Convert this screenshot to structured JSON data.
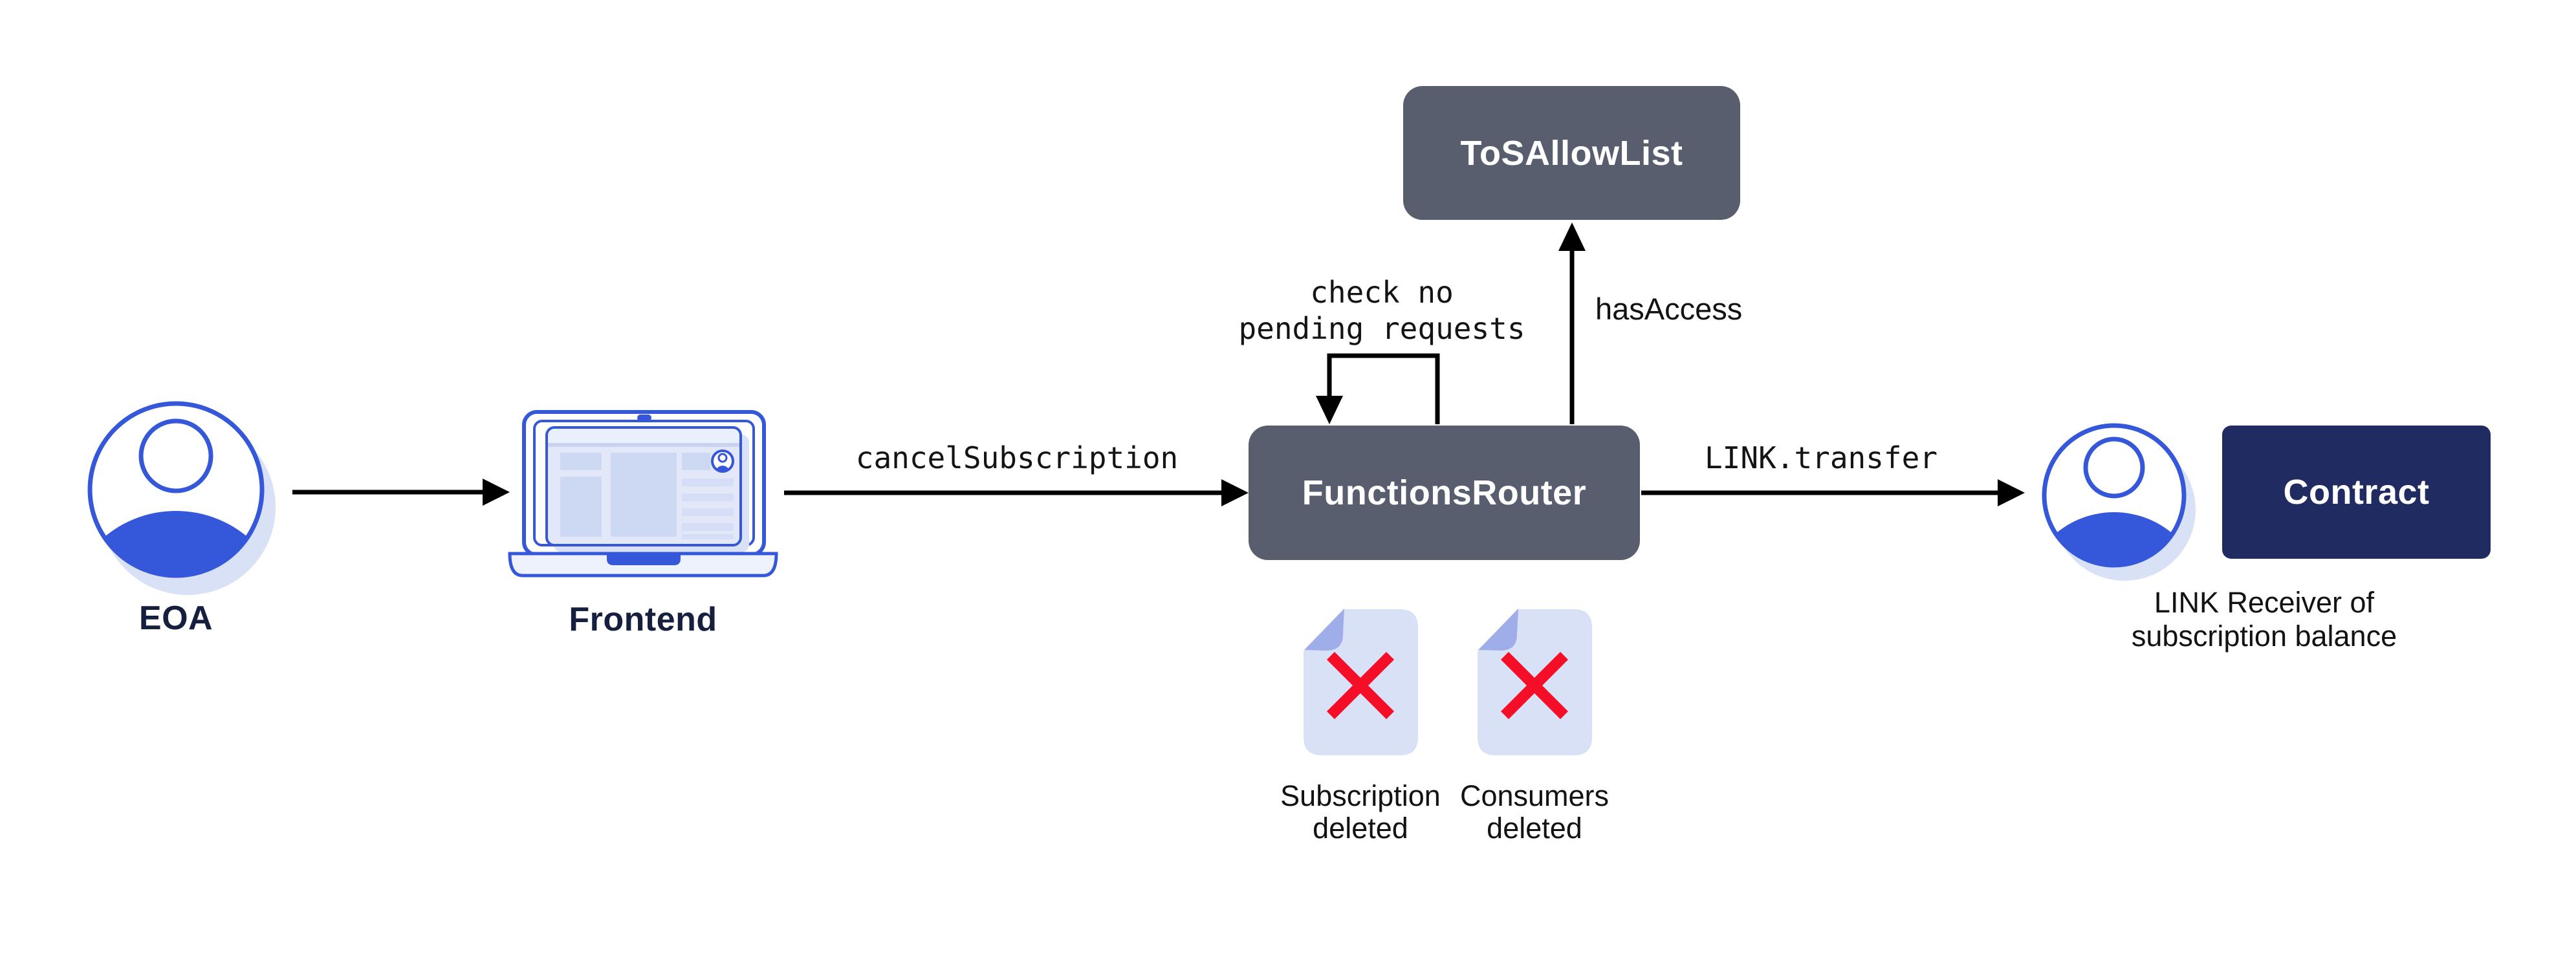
{
  "nodes": {
    "eoa": {
      "label": "EOA"
    },
    "frontend": {
      "label": "Frontend"
    },
    "functionsRouter": {
      "label": "FunctionsRouter"
    },
    "tosAllowList": {
      "label": "ToSAllowList"
    },
    "contract": {
      "label": "Contract"
    },
    "linkReceiver": {
      "caption": "LINK Receiver of\nsubscription balance"
    }
  },
  "edges": {
    "frontendToRouter": {
      "label": "cancelSubscription"
    },
    "routerSelfLoop": {
      "label": "check no\npending requests"
    },
    "routerToTos": {
      "label": "hasAccess"
    },
    "routerToReceiver": {
      "label": "LINK.transfer"
    }
  },
  "documents": [
    {
      "label": "Subscription\ndeleted"
    },
    {
      "label": "Consumers\ndeleted"
    }
  ],
  "colors": {
    "boxSlate": "#585E6E",
    "boxNavy": "#202C61",
    "brandBlue": "#3557DA",
    "lavenderShadow": "#D9E1F7",
    "foldPeriwinkle": "#9FAEE8",
    "deleteRed": "#F40E28",
    "labelNavy": "#16203E",
    "arrowBlack": "#000000"
  }
}
